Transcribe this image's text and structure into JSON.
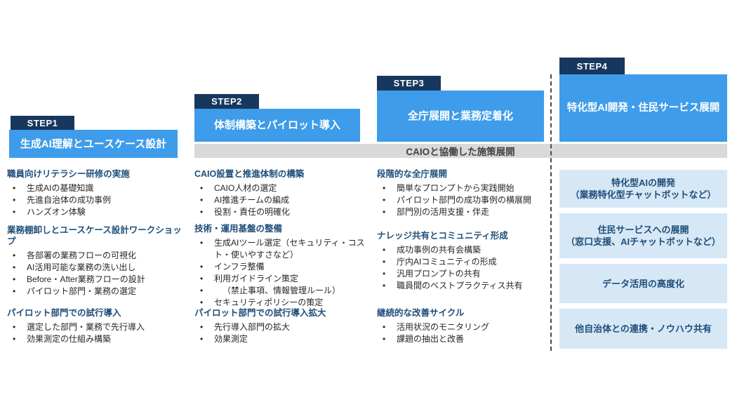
{
  "colors": {
    "step_tab_navy": "#17375E",
    "step_box_blue": "#3E9CEA",
    "banner_gray": "#D9D9D9",
    "outcome_box_light_blue": "#D6E7F6",
    "heading_text_blue": "#1F4E79"
  },
  "steps": [
    {
      "tab": "STEP1",
      "title": "生成AI理解とユースケース設計"
    },
    {
      "tab": "STEP2",
      "title": "体制構築とパイロット導入"
    },
    {
      "tab": "STEP3",
      "title": "全庁展開と業務定着化"
    },
    {
      "tab": "STEP4",
      "title": "特化型AI開発・住民サービス展開"
    }
  ],
  "banner": {
    "label": "CAIOと協働した施策展開"
  },
  "columns": [
    {
      "sections": [
        {
          "heading": "職員向けリテラシー研修の実施",
          "bullets": [
            "生成AIの基礎知識",
            "先進自治体の成功事例",
            "ハンズオン体験"
          ]
        },
        {
          "heading": "業務棚卸しとユースケース設計ワークショップ",
          "bullets": [
            "各部署の業務フローの可視化",
            "AI活用可能な業務の洗い出し",
            "Before・After業務フローの設計",
            "パイロット部門・業務の選定"
          ]
        },
        {
          "heading": "パイロット部門での試行導入",
          "bullets": [
            "選定した部門・業務で先行導入",
            "効果測定の仕組み構築"
          ]
        }
      ]
    },
    {
      "sections": [
        {
          "heading": "CAIO設置と推進体制の構築",
          "bullets": [
            "CAIO人材の選定",
            "AI推進チームの編成",
            "役割・責任の明確化"
          ]
        },
        {
          "heading": "技術・運用基盤の整備",
          "bullets": [
            "生成AIツール選定（セキュリティ・コスト・使いやすさなど）",
            "インフラ整備",
            "利用ガイドライン策定",
            "（禁止事項、情報管理ルール）",
            "セキュリティポリシーの策定"
          ]
        },
        {
          "heading": "パイロット部門での試行導入拡大",
          "bullets": [
            "先行導入部門の拡大",
            "効果測定"
          ]
        }
      ]
    },
    {
      "sections": [
        {
          "heading": "段階的な全庁展開",
          "bullets": [
            "簡単なプロンプトから実践開始",
            "パイロット部門の成功事例の横展開",
            "部門別の活用支援・伴走"
          ]
        },
        {
          "heading": "ナレッジ共有とコミュニティ形成",
          "bullets": [
            "成功事例の共有会構築",
            "庁内AIコミュニティの形成",
            "汎用プロンプトの共有",
            "職員間のベストプラクティス共有"
          ]
        },
        {
          "heading": "継続的な改善サイクル",
          "bullets": [
            "活用状況のモニタリング",
            "課題の抽出と改善"
          ]
        }
      ]
    }
  ],
  "step4_boxes": [
    {
      "lines": [
        "特化型AIの開発",
        "（業務特化型チャットボットなど）"
      ]
    },
    {
      "lines": [
        "住民サービスへの展開",
        "（窓口支援、AIチャットボットなど）"
      ]
    },
    {
      "lines": [
        "データ活用の高度化"
      ]
    },
    {
      "lines": [
        "他自治体との連携・ノウハウ共有"
      ]
    }
  ]
}
